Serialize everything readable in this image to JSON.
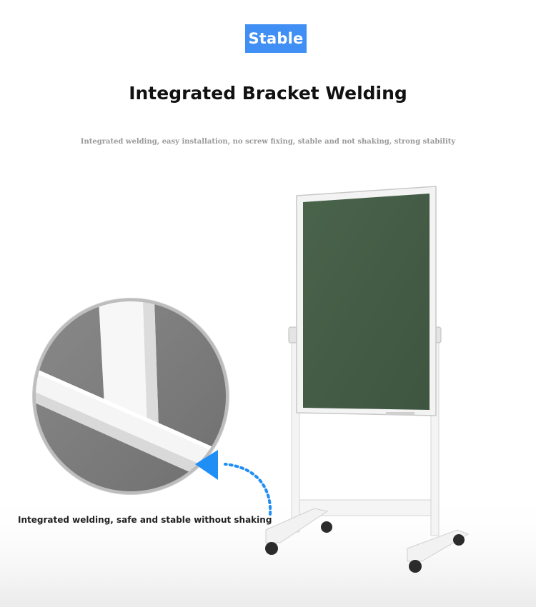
{
  "header": {
    "badge": "Stable",
    "title": "Integrated Bracket Welding",
    "subtitle": "Integrated welding, easy installation, no screw fixing, stable and not shaking, strong stability"
  },
  "caption": "Integrated welding, safe and stable without shaking",
  "colors": {
    "badge": "#3f8ff5",
    "board": "#445c45",
    "frame": "#f0f0f0",
    "zoom_background": "#7a7a7a",
    "arrow": "#1f8ef5"
  }
}
